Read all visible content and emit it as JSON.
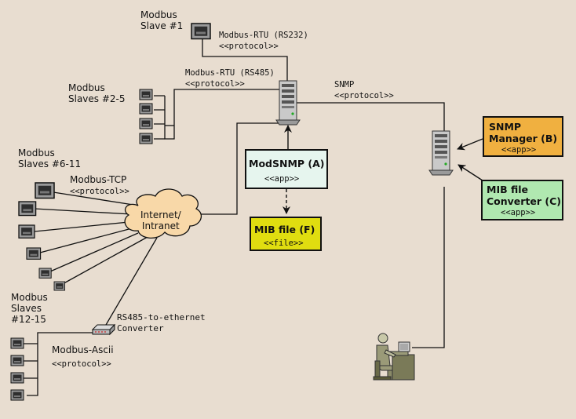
{
  "labels": {
    "slave1": "Modbus\nSlave #1",
    "slave1_proto_name": "Modbus-RTU (RS232)",
    "slave1_proto_stereo": "<<protocol>>",
    "slaves2_5": "Modbus\nSlaves #2-5",
    "rs485_proto_name": "Modbus-RTU (RS485)",
    "rs485_proto_stereo": "<<protocol>>",
    "snmp_proto_name": "SNMP",
    "snmp_proto_stereo": "<<protocol>>",
    "slaves6_11": "Modbus\nSlaves #6-11",
    "tcp_proto_name": "Modbus-TCP",
    "tcp_proto_stereo": "<<protocol>>",
    "cloud_text": "Internet/\nIntranet",
    "slaves12_15": "Modbus\nSlaves\n#12-15",
    "converter": "RS485-to-ethernet\nConverter",
    "ascii_proto_name": "Modbus-Ascii",
    "ascii_proto_stereo": "<<protocol>>"
  },
  "boxes": {
    "modsnmp": {
      "title": "ModSNMP (A)",
      "stereo": "<<app>>",
      "color": "#e6f5ee"
    },
    "mibfile": {
      "title": "MIB file (F)",
      "stereo": "<<file>>",
      "color": "#e0dd10"
    },
    "snmp_manager": {
      "title": "SNMP\nManager (B)",
      "stereo": "<<app>>",
      "color": "#f0b040"
    },
    "mib_converter": {
      "title": "MIB file\nConverter (C)",
      "stereo": "<<app>>",
      "color": "#b0e8b0"
    }
  },
  "colors": {
    "background": "#e8ddd0",
    "cloud": "#f8d8a8",
    "device_fill": "#3a3a3a",
    "device_frame": "#cccccc"
  },
  "icons": [
    "modbus-device-icon",
    "server-icon",
    "cloud-icon",
    "converter-icon",
    "user-at-computer-icon"
  ]
}
